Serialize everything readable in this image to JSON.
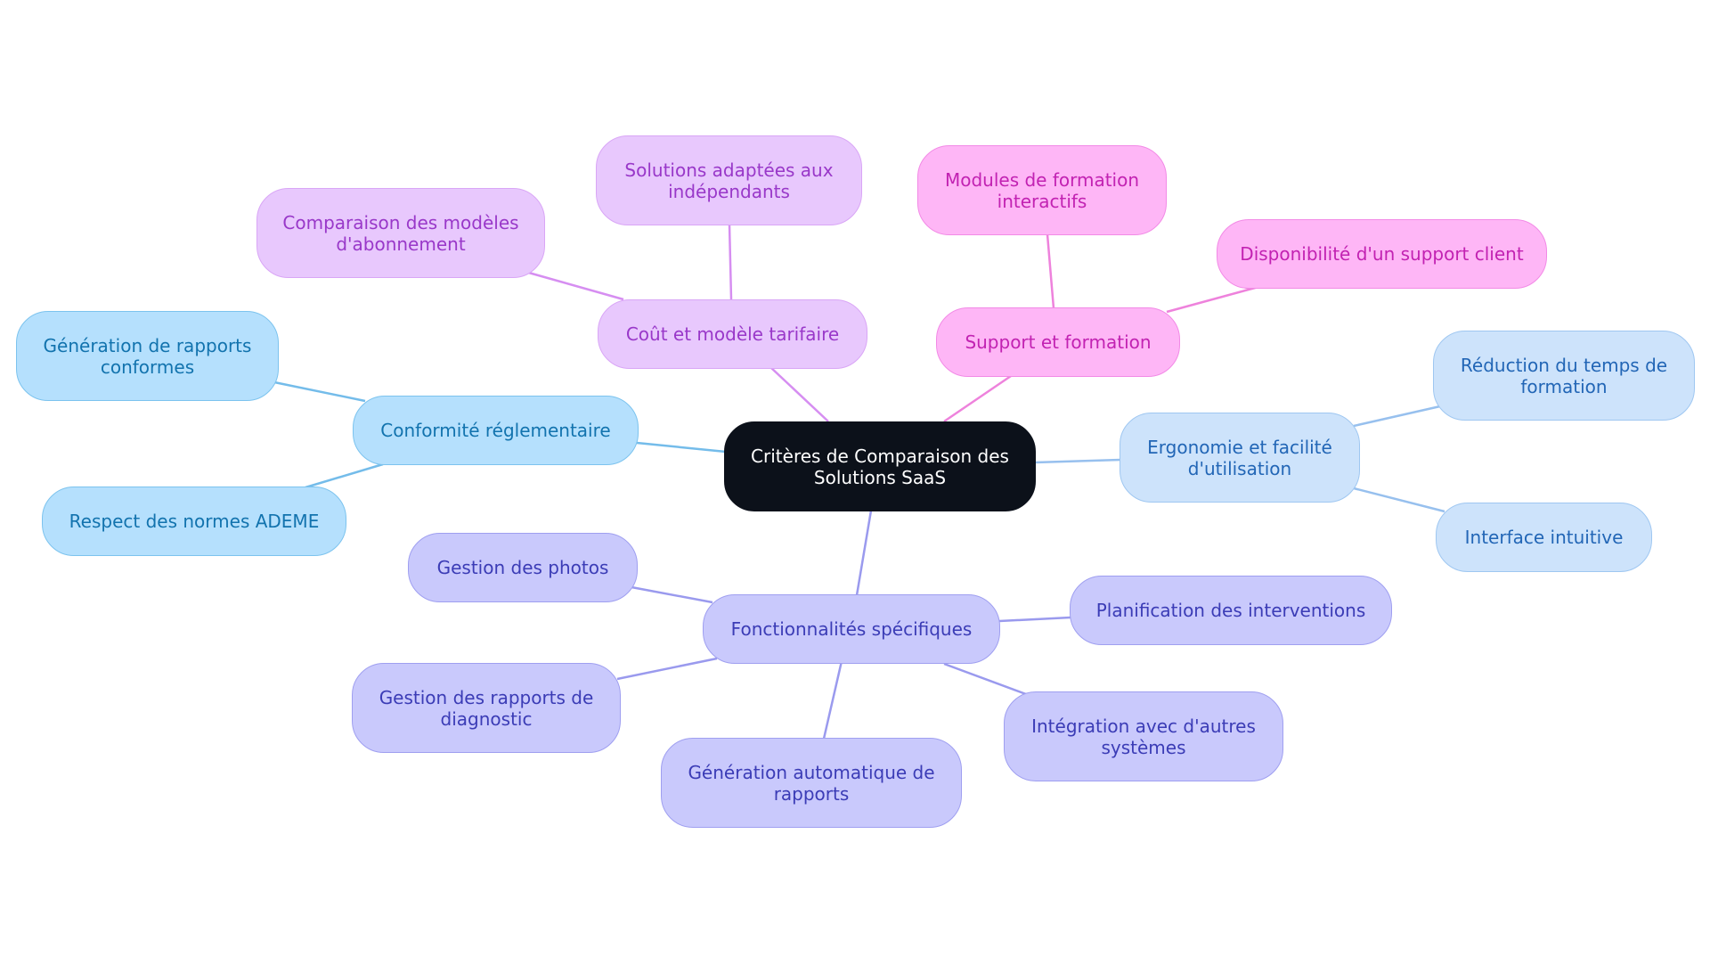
{
  "title": "Critères de Comparaison des Solutions SaaS",
  "branches": {
    "cost": {
      "label": "Coût et modèle tarifaire",
      "children": [
        "Comparaison des modèles\nd'abonnement",
        "Solutions adaptées aux\nindépendants"
      ]
    },
    "support": {
      "label": "Support et formation",
      "children": [
        "Modules de formation\ninteractifs",
        "Disponibilité d'un support client"
      ]
    },
    "conformity": {
      "label": "Conformité réglementaire",
      "children": [
        "Génération de rapports\nconformes",
        "Respect des normes ADEME"
      ]
    },
    "ergonomics": {
      "label": "Ergonomie et facilité\nd'utilisation",
      "children": [
        "Réduction du temps de\nformation",
        "Interface intuitive"
      ]
    },
    "features": {
      "label": "Fonctionnalités spécifiques",
      "children": [
        "Gestion des photos",
        "Planification des interventions",
        "Gestion des rapports de\ndiagnostic",
        "Génération automatique de\nrapports",
        "Intégration avec d'autres\nsystèmes"
      ]
    }
  },
  "colors": {
    "root": "#0c111a",
    "cost_link": "#d68ef1",
    "support_link": "#ee82dc",
    "conformity_link": "#74bcea",
    "ergonomics_link": "#97c0ee",
    "features_link": "#9a9aee"
  }
}
